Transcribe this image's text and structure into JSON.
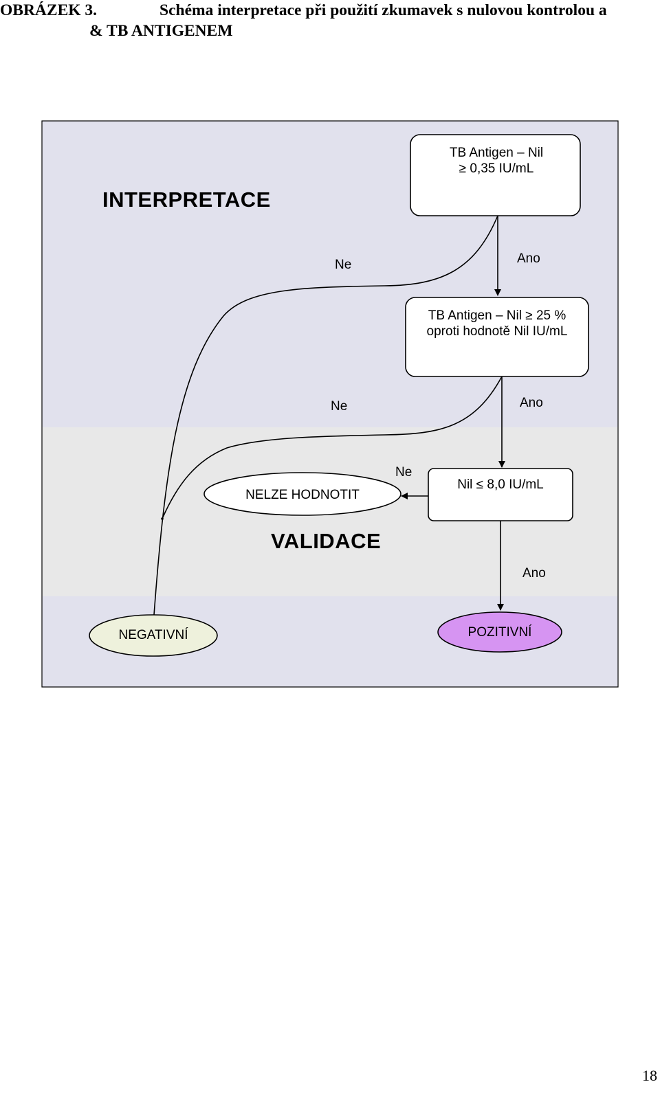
{
  "caption": {
    "number": "OBRÁZEK 3.",
    "title_line1": "Schéma interpretace při použití zkumavek s nulovou kontrolou a",
    "title_line2": "& TB ANTIGENEM"
  },
  "diagram": {
    "section_interpretation": "INTERPRETACE",
    "section_validation": "VALIDACE",
    "box1_line1": "TB Antigen – Nil",
    "box1_line2": "≥ 0,35 IU/mL",
    "box2_line1": "TB Antigen – Nil ≥ 25 %",
    "box2_line2": "oproti hodnotě Nil IU/mL",
    "box3": "Nil ≤ 8,0 IU/mL",
    "no_1": "Ne",
    "yes_1": "Ano",
    "no_2": "Ne",
    "yes_2": "Ano",
    "no_3": "Ne",
    "yes_3": "Ano",
    "result_negative": "NEGATIVNÍ",
    "result_indeterminate": "NELZE HODNOTIT",
    "result_positive": "POZITIVNÍ"
  },
  "colors": {
    "interpretation_bg": "#e1e1ed",
    "validation_bg": "#e8e8e8",
    "negative_fill": "#eef1dc",
    "positive_fill": "#d694f2"
  },
  "page_number": "18"
}
